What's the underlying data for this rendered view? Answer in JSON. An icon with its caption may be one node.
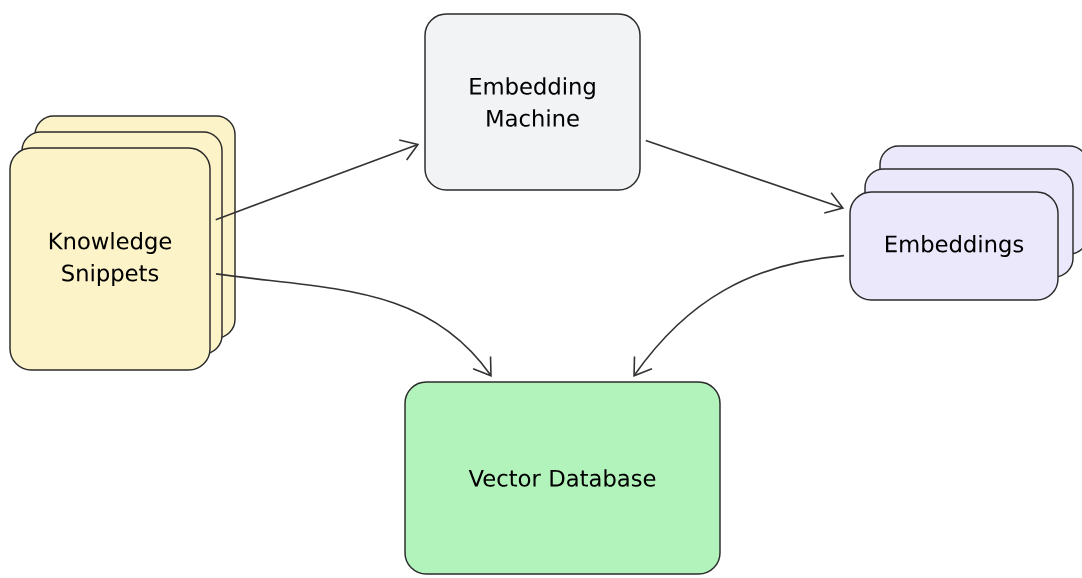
{
  "diagram": {
    "nodes": [
      {
        "text": [
          "Knowledge Snippets"
        ]
      },
      {
        "text": [
          "Embedding Machine"
        ]
      },
      {
        "text": [
          "Embeddings"
        ]
      },
      {
        "text": [
          "Vector Database"
        ]
      }
    ],
    "edges": [
      {
        "from": 0,
        "to": 1,
        "arrow": "to"
      },
      {
        "from": 1,
        "to": 2,
        "arrow": "to"
      },
      {
        "from": 0,
        "to": 3,
        "arrow": "to"
      },
      {
        "from": 2,
        "to": 3,
        "arrow": "to"
      }
    ]
  }
}
